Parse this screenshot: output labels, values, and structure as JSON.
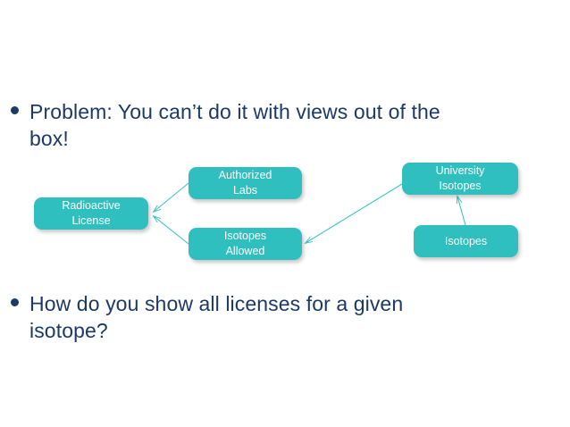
{
  "slide": {
    "background_color": "#ffffff",
    "text_color": "#1b3a66",
    "node_fill_color": "#2fbfbf",
    "node_text_color": "#ffffff",
    "connector_color": "#3fc4c4"
  },
  "bullets": [
    {
      "id": "problem",
      "text": "Problem:  You can’t do it with views out of the\nbox!"
    },
    {
      "id": "question",
      "text": "How do you show all licenses for a given\nisotope?"
    }
  ],
  "diagram": {
    "nodes": [
      {
        "id": "radioactive-license",
        "label": "Radioactive\nLicense"
      },
      {
        "id": "authorized-labs",
        "label": "Authorized\nLabs"
      },
      {
        "id": "isotopes-allowed",
        "label": "Isotopes\nAllowed"
      },
      {
        "id": "university-isotopes",
        "label": "University\nIsotopes"
      },
      {
        "id": "isotopes",
        "label": "Isotopes"
      }
    ],
    "connectors": [
      {
        "id": "authorized-labs-to-radioactive-license",
        "from": "authorized-labs",
        "to": "radioactive-license"
      },
      {
        "id": "isotopes-allowed-to-radioactive-license",
        "from": "isotopes-allowed",
        "to": "radioactive-license"
      },
      {
        "id": "university-isotopes-to-isotopes-allowed",
        "from": "university-isotopes",
        "to": "isotopes-allowed"
      },
      {
        "id": "isotopes-to-university-isotopes",
        "from": "isotopes",
        "to": "university-isotopes"
      }
    ]
  }
}
